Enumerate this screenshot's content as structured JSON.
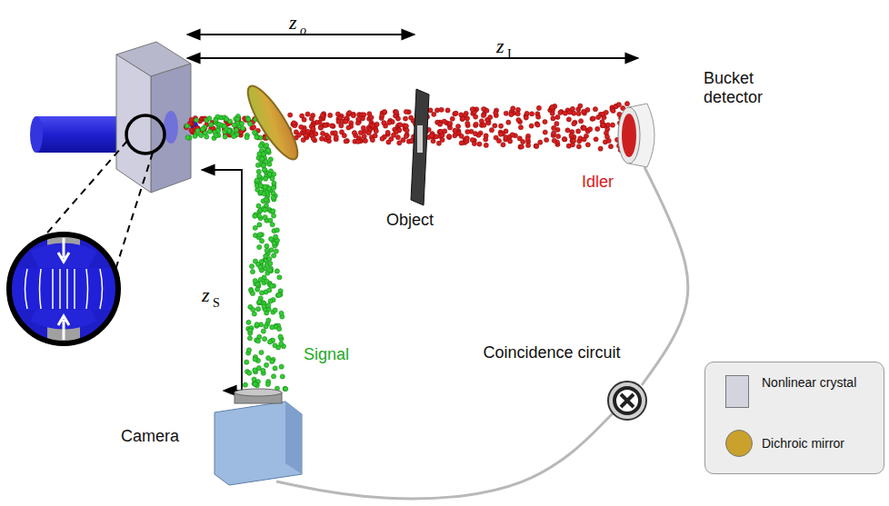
{
  "diagram": {
    "nodes": [
      {
        "text": [
          "Object"
        ]
      },
      {
        "text": [
          "Bucket detector"
        ]
      },
      {
        "text": [
          "Coincidence circuit"
        ]
      },
      {
        "text": [
          "Camera"
        ]
      }
    ],
    "edges": [
      {
        "from": 1,
        "to": 2,
        "arrow": "none"
      },
      {
        "from": 2,
        "to": 3,
        "arrow": "none"
      }
    ],
    "labels": [
      "z",
      "o",
      "z",
      "I",
      "z",
      "S",
      "Idler",
      "Signal"
    ],
    "legend": [
      {
        "text": "Nonlinear crystal",
        "color": "#d4d4de"
      },
      {
        "text": "Dichroic mirror",
        "color": "#c9a12c"
      }
    ]
  }
}
